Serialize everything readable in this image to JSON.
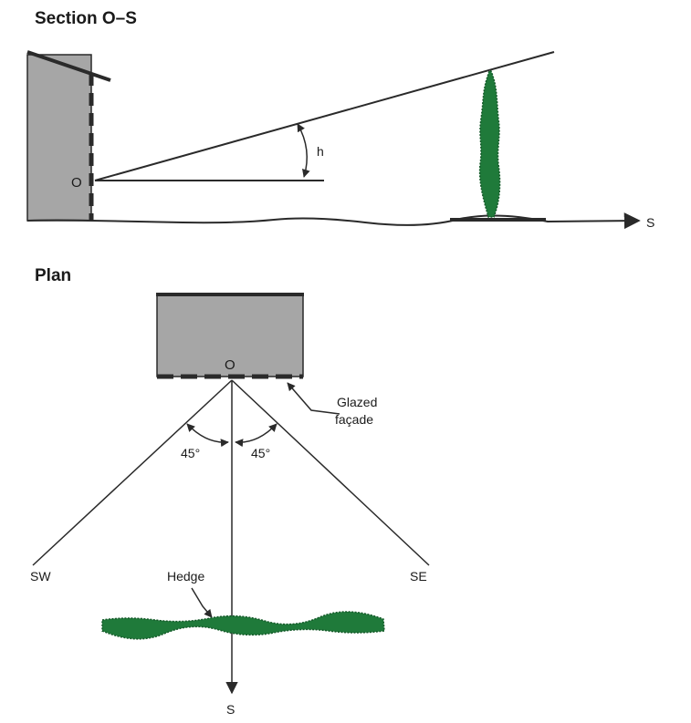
{
  "section": {
    "title": "Section O–S",
    "origin_label": "O",
    "angle_label": "h",
    "direction_label": "S"
  },
  "plan": {
    "title": "Plan",
    "origin_label": "O",
    "glazed_label_line1": "Glazed",
    "glazed_label_line2": "façade",
    "angle_left": "45°",
    "angle_right": "45°",
    "sw_label": "SW",
    "se_label": "SE",
    "hedge_label": "Hedge",
    "south_label": "S"
  },
  "colors": {
    "building_fill": "#a6a6a6",
    "foliage": "#1f7a3a",
    "line": "#2a2a2a"
  }
}
